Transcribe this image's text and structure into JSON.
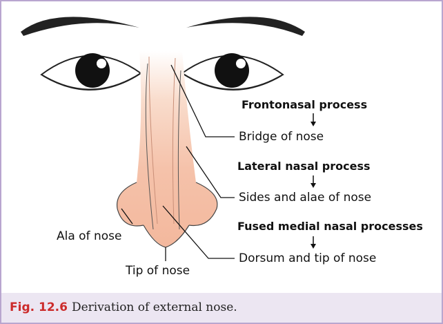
{
  "regions": {
    "nose": "#f5c2aa",
    "nose_outline": "#444444",
    "brow": "#222222",
    "caption_bg": "#ece6f2",
    "frame": "#b9a6cf",
    "fig_label_color": "#cc2b2b"
  },
  "processes": [
    {
      "name": "Frontonasal process",
      "result": "Bridge of nose"
    },
    {
      "name": "Lateral nasal process",
      "result": "Sides and alae of nose"
    },
    {
      "name": "Fused medial nasal processes",
      "result": "Dorsum and tip of nose"
    }
  ],
  "labels": {
    "ala": "Ala of nose",
    "tip": "Tip of nose"
  },
  "caption": {
    "fig_number": "Fig. 12.6",
    "text": "Derivation of external nose."
  }
}
